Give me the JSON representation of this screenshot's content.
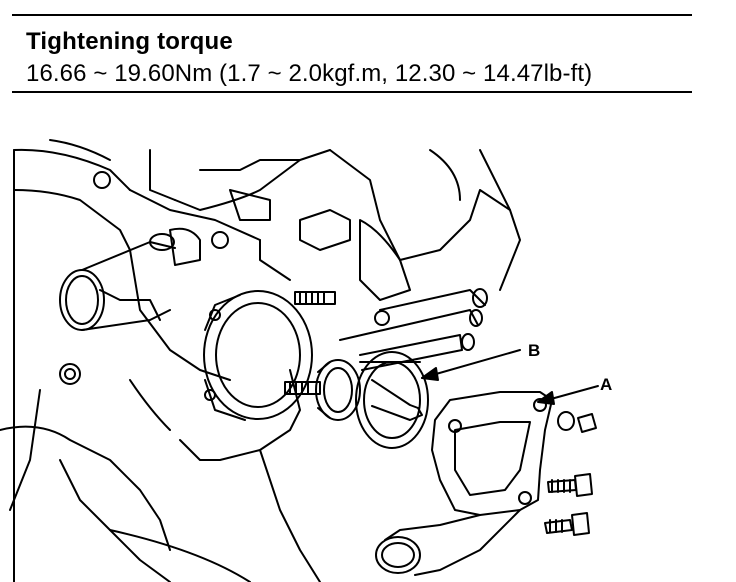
{
  "spec": {
    "title": "Tightening torque",
    "value": "16.66 ~ 19.60Nm (1.7 ~ 2.0kgf.m, 12.30 ~ 14.47lb-ft)"
  },
  "figure": {
    "callouts": {
      "a": "A",
      "b": "B"
    },
    "icon": "engine-thermostat-housing-line-drawing"
  }
}
